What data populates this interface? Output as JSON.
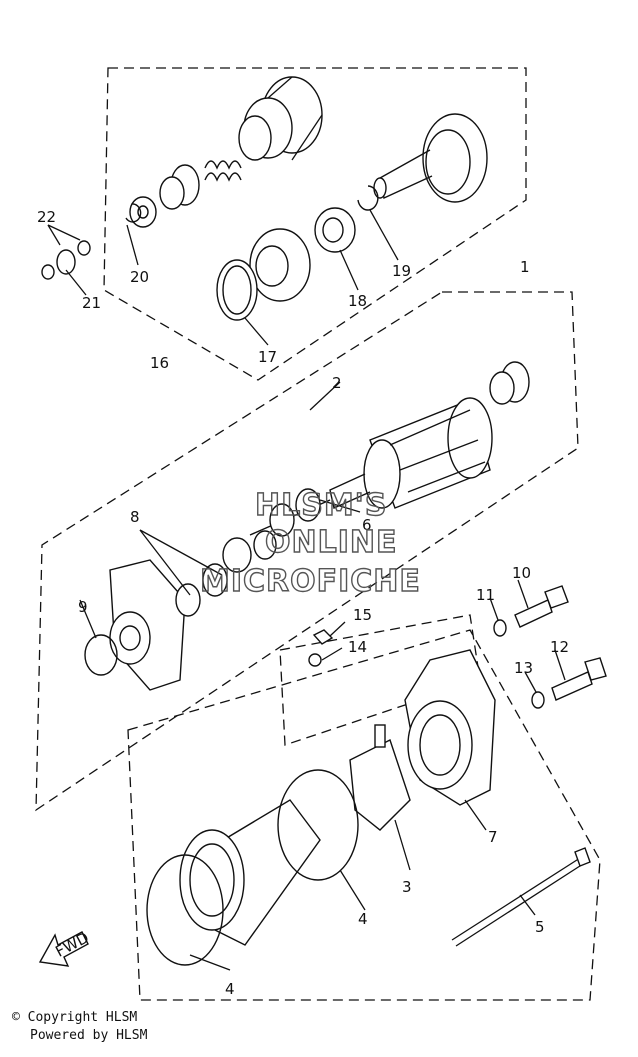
{
  "callouts": [
    "1",
    "2",
    "3",
    "4",
    "4",
    "5",
    "6",
    "7",
    "8",
    "9",
    "10",
    "11",
    "12",
    "13",
    "14",
    "15",
    "16",
    "17",
    "18",
    "19",
    "20",
    "21",
    "22"
  ],
  "watermark": {
    "line1": "HLSM'S",
    "line2": "ONLINE",
    "line3": "MICROFICHE"
  },
  "fwd_label": "FWD",
  "footer": {
    "copyright": "© Copyright HLSM",
    "powered": "Powered by HLSM"
  }
}
